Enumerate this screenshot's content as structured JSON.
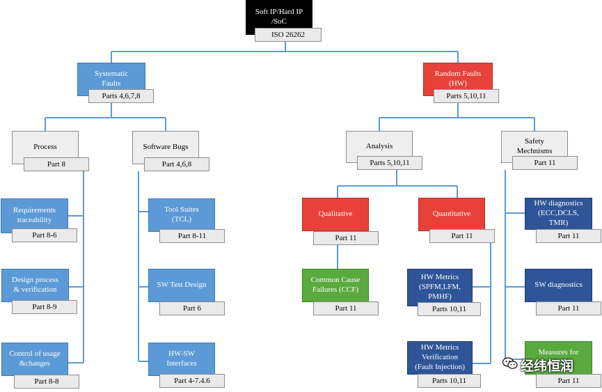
{
  "diagram": {
    "root": {
      "title": "Soft IP/Hard IP\n/SoC",
      "label": "ISO 26262"
    },
    "systematic": {
      "title": "Systematic\nFaults",
      "label": "Parts 4,6,7,8"
    },
    "random": {
      "title": "Random Faults\n(HW)",
      "label": "Parts 5,10,11"
    },
    "process": {
      "title": "Process",
      "label": "Part 8"
    },
    "software_bugs": {
      "title": "Software Bugs",
      "label": "Part 4,6,8"
    },
    "analysis": {
      "title": "Analysis",
      "label": "Parts 5,10,11"
    },
    "safety_mechanisms": {
      "title": "Safety\nMechnisms",
      "label": "Part 11"
    },
    "req_traceability": {
      "title": "Requirements\ntraceability",
      "label": "Part 8-6"
    },
    "design_process": {
      "title": "Design process\n& verification",
      "label": "Part 8-9"
    },
    "control_usage": {
      "title": "Control of usage\n&changes",
      "label": "Part 8-8"
    },
    "tool_suites": {
      "title": "Tool Suites\n(TCL)",
      "label": "Part 8-11"
    },
    "sw_test_design": {
      "title": "SW Test Design",
      "label": "Part 6"
    },
    "hw_sw_interfaces": {
      "title": "HW-SW\nInterfaces",
      "label": "Part 4-7.4.6"
    },
    "qualitative": {
      "title": "Qualitative",
      "label": "Part 11"
    },
    "quantitative": {
      "title": "Quantitative",
      "label": "Part 11"
    },
    "ccf": {
      "title": "Common Cause\nFailures (CCF)",
      "label": "Part 11"
    },
    "hw_metrics": {
      "title": "HW Metrics\n(SPFM,LFM,\nPMHF)",
      "label": "Parts 10,11"
    },
    "hw_metrics_verif": {
      "title": "HW Metrics\nVerification\n(Fault Injection)",
      "label": "Parts 10,11"
    },
    "hw_diagnostics": {
      "title": "HW diagnostics\n(ECC,DCLS,\nTMR)",
      "label": "Part 11"
    },
    "sw_diagnostics": {
      "title": "SW diagnostics",
      "label": "Part 11"
    },
    "measures_for": {
      "title": "Measures for\ne",
      "label": "Part 11"
    }
  },
  "watermark": {
    "icon": "wechat-icon",
    "text": "经纬恒润"
  },
  "colors": {
    "root": "#000000",
    "light_blue": "#5b9ad6",
    "red": "#e8413a",
    "gray": "#eeeeee",
    "dark_blue": "#2e5597",
    "green": "#5aaa3f",
    "connector": "#5b9ad6"
  }
}
